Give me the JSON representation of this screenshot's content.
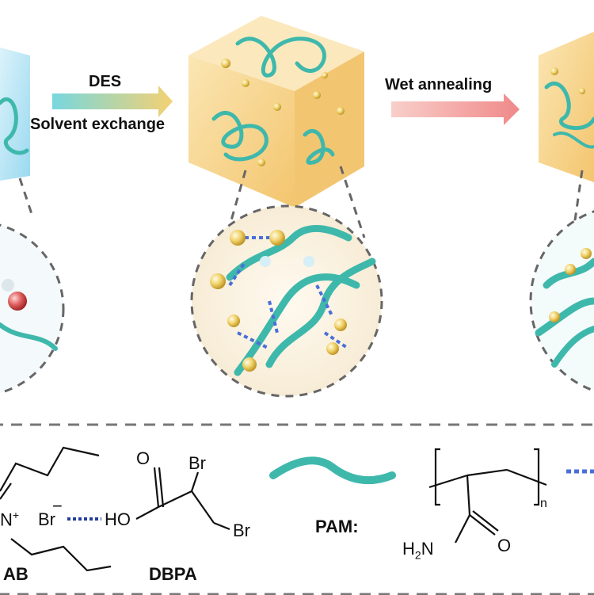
{
  "arrows": {
    "first_top": "DES",
    "first_bottom": "Solvent exchange",
    "second": "Wet annealing"
  },
  "legend": {
    "ctab_label": "AB",
    "n_plus": "N",
    "plus": "+",
    "minus": "−",
    "br_ion": "Br",
    "ho": "HO",
    "o_top": "O",
    "br_top": "Br",
    "br_bottom": "Br",
    "dbpa_label": "DBPA",
    "pam_label": "PAM:",
    "subscript_n": "n",
    "h2n_h": "H",
    "h2n_2": "2",
    "h2n_n": "N",
    "o_amide": "O"
  },
  "colors": {
    "fiber": "#3fb8ac",
    "fiber_dark": "#1f8f86",
    "cube_warm": "#f6d38a",
    "cube_cool": "#a8dff2",
    "bead": "#e8c34a",
    "hbond": "#4a6fd8",
    "arrow1": "#3fc0c8",
    "arrow2": "#f08a8a"
  }
}
